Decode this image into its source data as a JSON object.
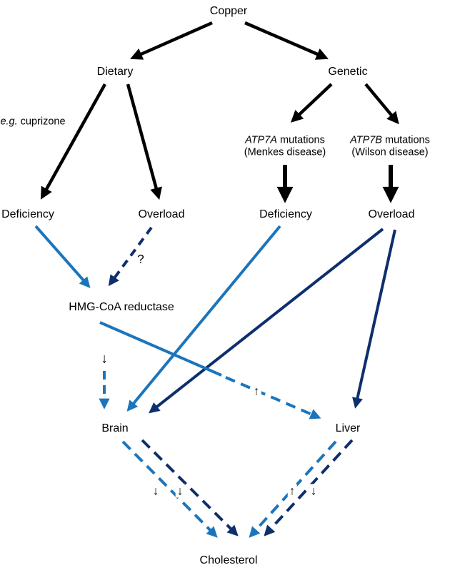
{
  "colors": {
    "arrow_black": "#000000",
    "arrow_light_blue": "#1b75bc",
    "arrow_dark_blue": "#0e2f6e",
    "background": "#ffffff",
    "text": "#000000"
  },
  "nodes": {
    "copper": {
      "label": "Copper"
    },
    "dietary": {
      "label": "Dietary"
    },
    "genetic": {
      "label": "Genetic"
    },
    "cuprizone": {
      "prefix": "e.g.",
      "label": " cuprizone"
    },
    "atp7a": {
      "gene": "ATP7A",
      "suffix": " mutations",
      "disease": "(Menkes disease)"
    },
    "atp7b": {
      "gene": "ATP7B",
      "suffix": " mutations",
      "disease": "(Wilson disease)"
    },
    "dietary_deficiency": {
      "label": "Deficiency"
    },
    "dietary_overload": {
      "label": "Overload"
    },
    "genetic_deficiency": {
      "label": "Deficiency"
    },
    "genetic_overload": {
      "label": "Overload"
    },
    "hmg_coa_reductase": {
      "label": "HMG-CoA reductase"
    },
    "brain": {
      "label": "Brain"
    },
    "liver": {
      "label": "Liver"
    },
    "cholesterol": {
      "label": "Cholesterol"
    }
  },
  "annotations": {
    "uncertain_effect": "?",
    "hmg_decrease": "↓",
    "liver_pathway_increase": "↑",
    "brain_light_decrease": "↓",
    "brain_dark_decrease": "↓",
    "liver_light_increase": "↑",
    "liver_dark_decrease": "↓"
  }
}
